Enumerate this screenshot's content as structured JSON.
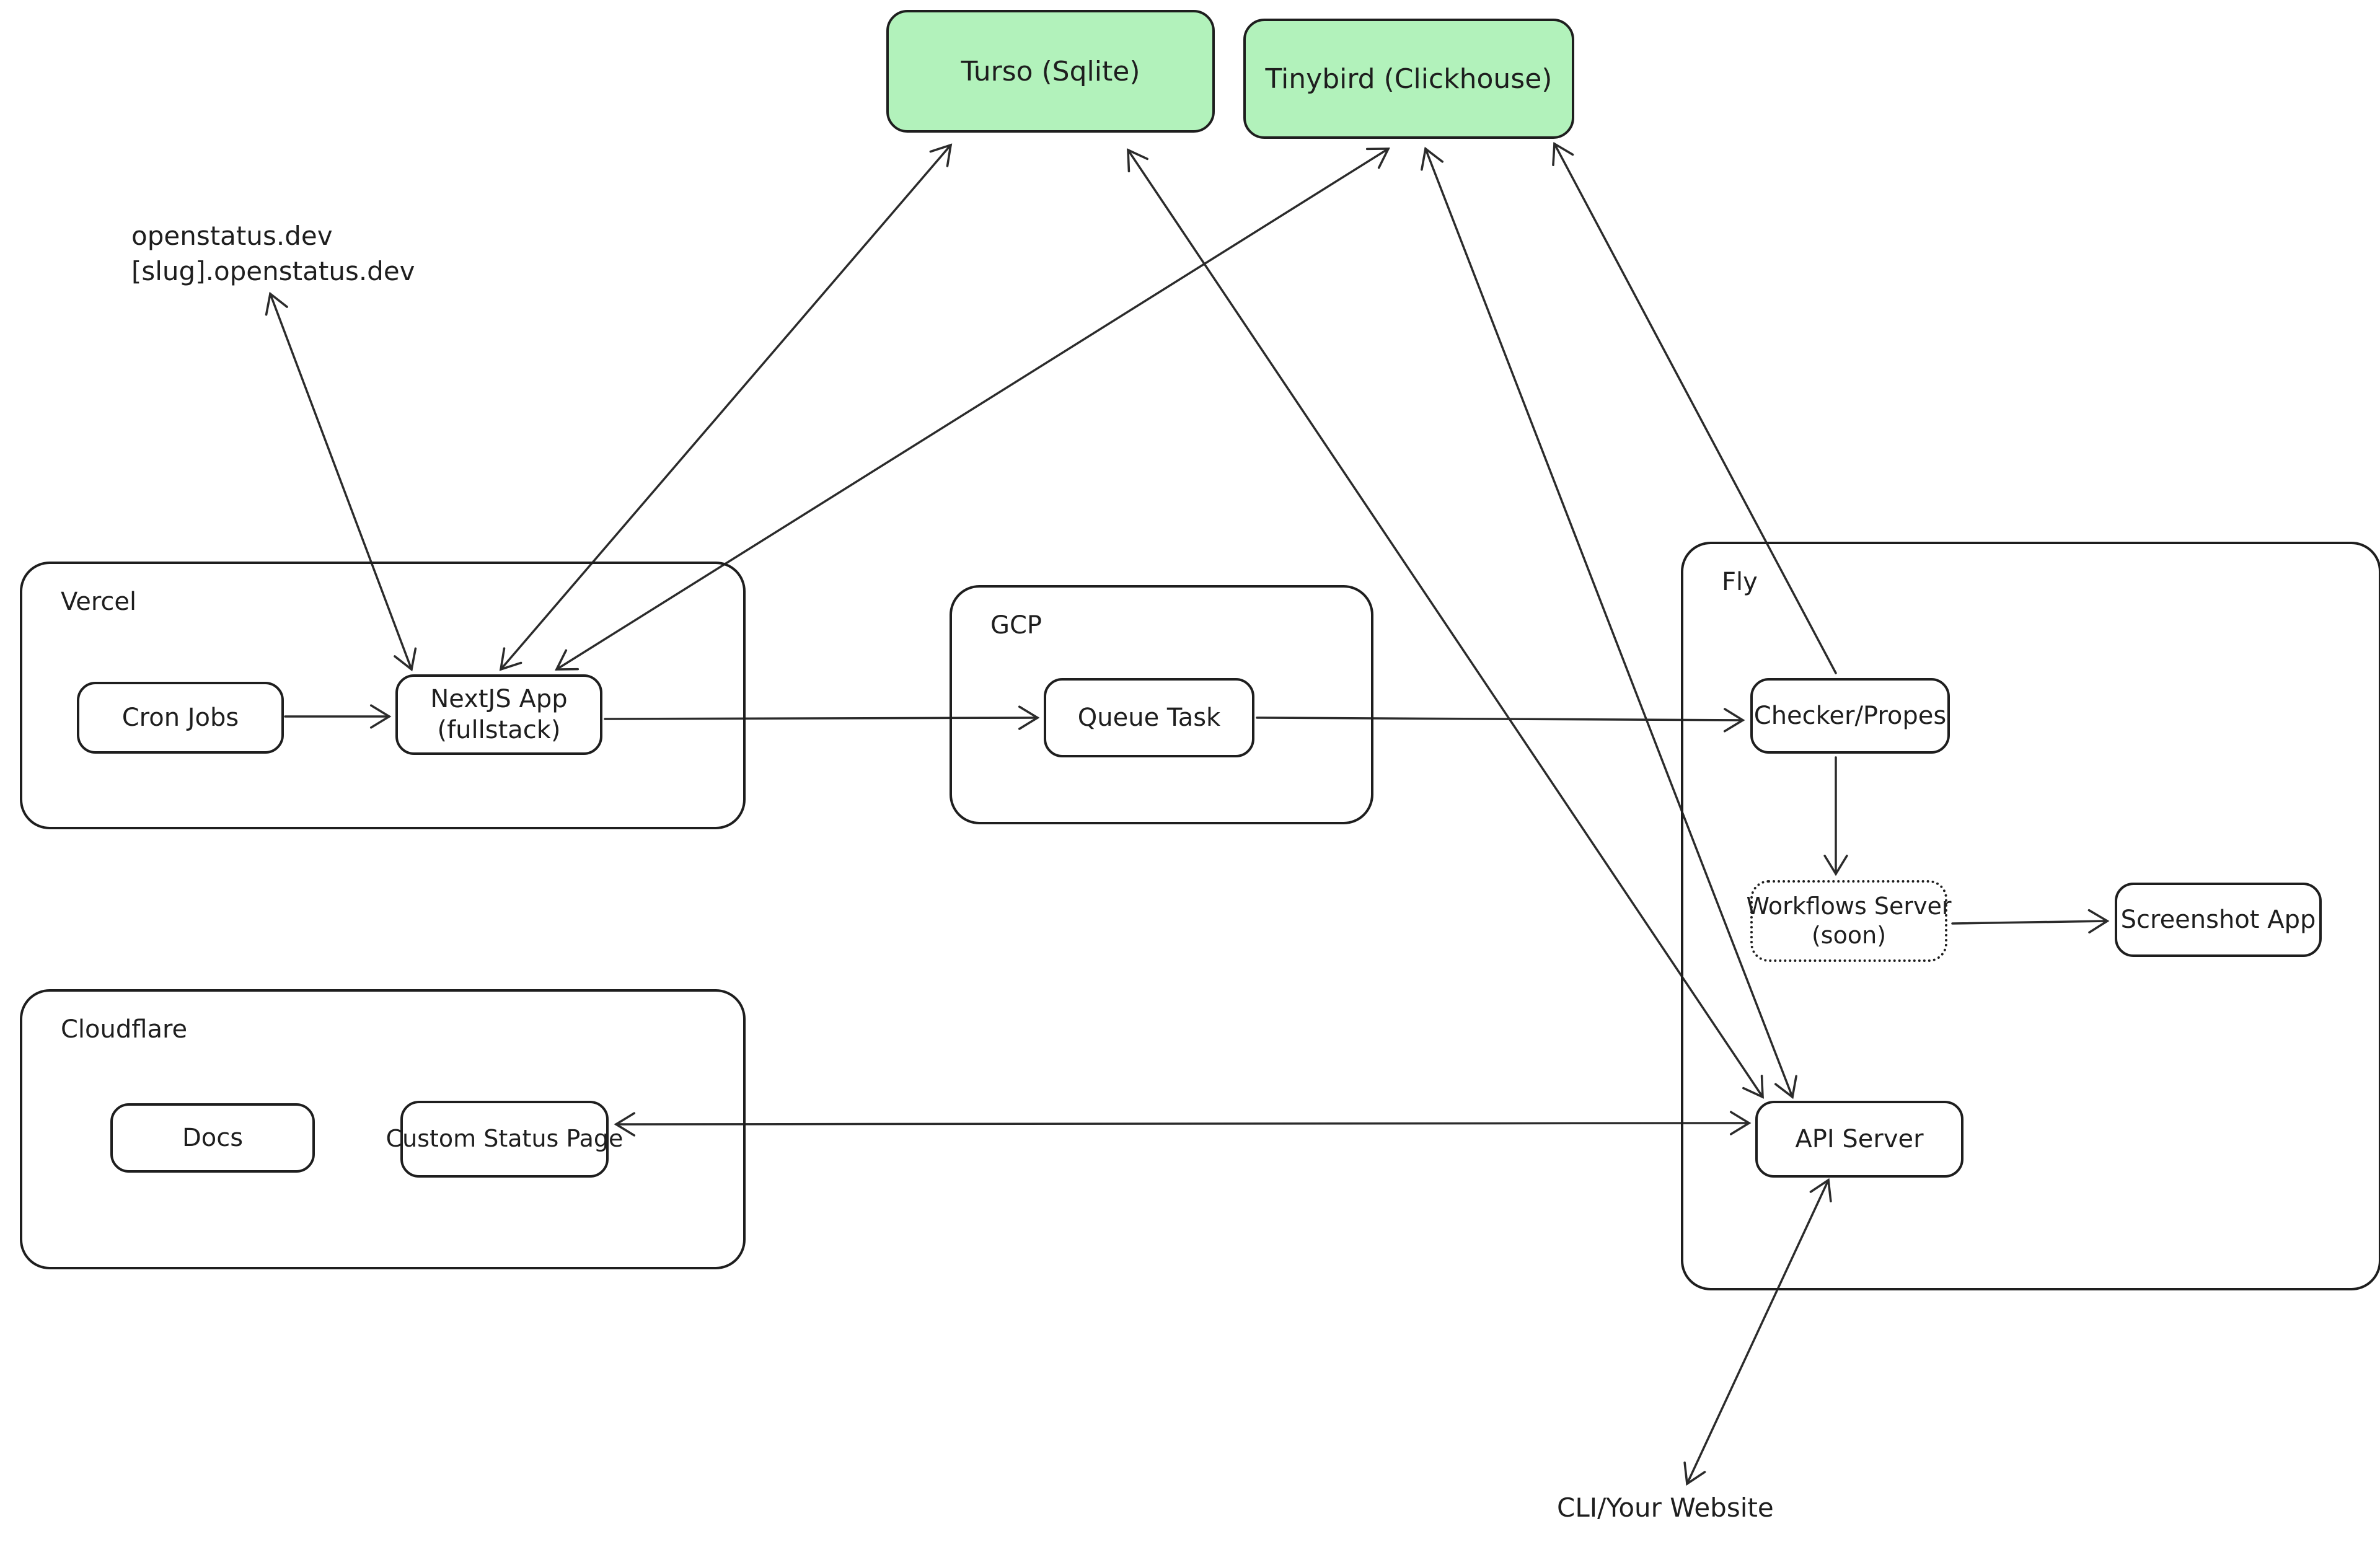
{
  "colors": {
    "background": "#ffffff",
    "stroke": "#1e1e1e",
    "arrow": "#2b2b2b",
    "db_fill": "#b2f2bb"
  },
  "annotations": {
    "domain_l1": "openstatus.dev",
    "domain_l2": "[slug].openstatus.dev",
    "cli": "CLI/Your Website"
  },
  "containers": {
    "vercel": "Vercel",
    "gcp": "GCP",
    "fly": "Fly",
    "cloudflare": "Cloudflare"
  },
  "nodes": {
    "turso": "Turso (Sqlite)",
    "tinybird": "Tinybird (Clickhouse)",
    "cron": "Cron Jobs",
    "nextjs_l1": "NextJS App",
    "nextjs_l2": "(fullstack)",
    "queue": "Queue Task",
    "checker": "Checker/Propes",
    "workflows_l1": "Workflows Server",
    "workflows_l2": "(soon)",
    "screenshot": "Screenshot App",
    "api": "API Server",
    "docs": "Docs",
    "custom_status": "Custom Status Page"
  },
  "edges": [
    {
      "from": "Cron Jobs",
      "to": "NextJS App (fullstack)",
      "direction": "one-way"
    },
    {
      "from": "NextJS App (fullstack)",
      "to": "openstatus.dev / [slug].openstatus.dev",
      "direction": "two-way"
    },
    {
      "from": "NextJS App (fullstack)",
      "to": "Turso (Sqlite)",
      "direction": "two-way"
    },
    {
      "from": "NextJS App (fullstack)",
      "to": "Tinybird (Clickhouse)",
      "direction": "two-way"
    },
    {
      "from": "NextJS App (fullstack)",
      "to": "Queue Task",
      "direction": "one-way"
    },
    {
      "from": "Queue Task",
      "to": "Checker/Propes",
      "direction": "one-way"
    },
    {
      "from": "Checker/Propes",
      "to": "Tinybird (Clickhouse)",
      "direction": "one-way"
    },
    {
      "from": "Checker/Propes",
      "to": "Workflows Server (soon)",
      "direction": "one-way"
    },
    {
      "from": "Workflows Server (soon)",
      "to": "Screenshot App",
      "direction": "one-way"
    },
    {
      "from": "Turso (Sqlite)",
      "to": "API Server",
      "direction": "two-way"
    },
    {
      "from": "Tinybird (Clickhouse)",
      "to": "API Server",
      "direction": "two-way"
    },
    {
      "from": "API Server",
      "to": "Custom Status Page",
      "direction": "two-way"
    },
    {
      "from": "API Server",
      "to": "CLI/Your Website",
      "direction": "two-way"
    }
  ]
}
